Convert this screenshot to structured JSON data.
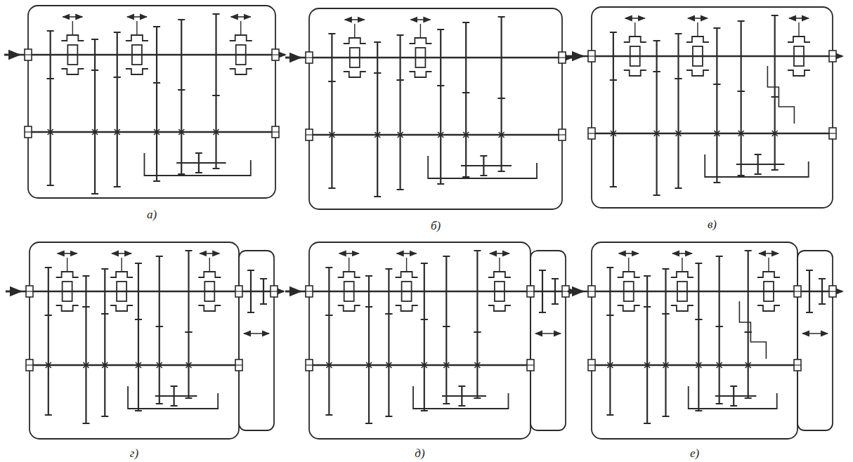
{
  "diagram": {
    "labels": [
      "а)",
      "б)",
      "в)",
      "г)",
      "д)",
      "е)"
    ]
  }
}
